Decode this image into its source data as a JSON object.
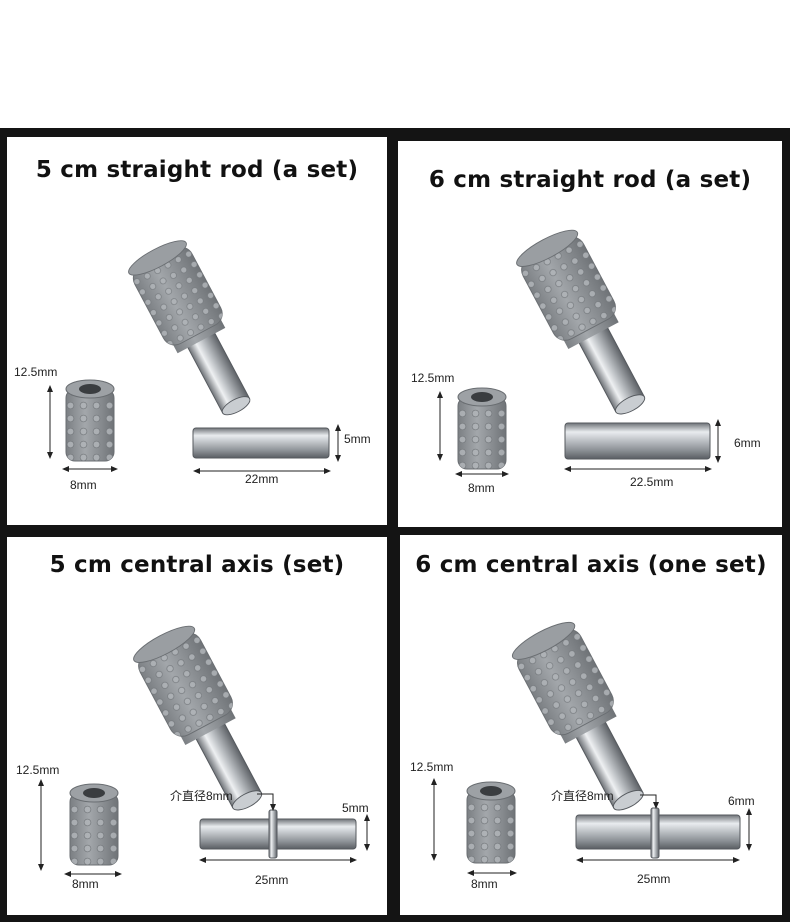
{
  "panels": [
    {
      "title": "5 cm straight rod (a set)",
      "height_label": "12.5mm",
      "sleeve_width_label": "8mm",
      "rod_diameter_label": "5mm",
      "rod_length_label": "22mm"
    },
    {
      "title": "6 cm straight rod (a set)",
      "height_label": "12.5mm",
      "sleeve_width_label": "8mm",
      "rod_diameter_label": "6mm",
      "rod_length_label": "22.5mm"
    },
    {
      "title": "5 cm central axis (set)",
      "height_label": "12.5mm",
      "sleeve_width_label": "8mm",
      "rod_diameter_label": "5mm",
      "rod_length_label": "25mm",
      "collar_label": "介直径8mm"
    },
    {
      "title": "6 cm central axis (one set)",
      "height_label": "12.5mm",
      "sleeve_width_label": "8mm",
      "rod_diameter_label": "6mm",
      "rod_length_label": "25mm",
      "collar_label": "介直径8mm"
    }
  ],
  "colors": {
    "frame": "#141414",
    "sleeve": "#8e9296",
    "metal": "#b8bcc0"
  }
}
